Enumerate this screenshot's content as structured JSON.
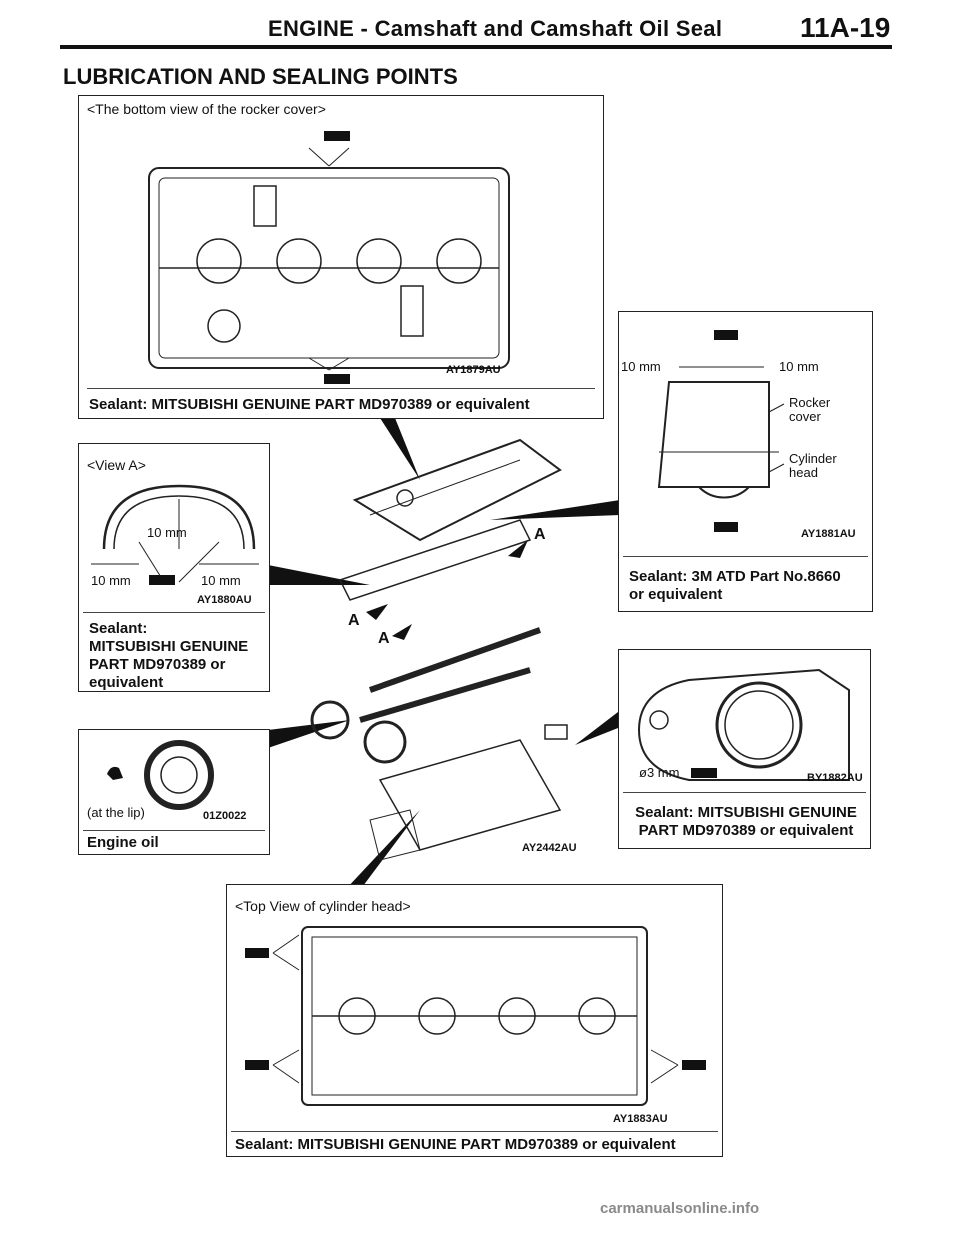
{
  "header": {
    "title": "ENGINE - Camshaft and Camshaft Oil Seal",
    "page": "11A-19"
  },
  "section_title": "LUBRICATION AND SEALING POINTS",
  "rocker_cover_bottom": {
    "heading": "<The bottom view of the rocker cover>",
    "code": "AY1879AU",
    "caption": "Sealant: MITSUBISHI GENUINE PART MD970389 or equivalent"
  },
  "rocker_cover_side": {
    "dim_left": "10 mm",
    "dim_right": "10 mm",
    "label_rocker": "Rocker\ncover",
    "label_cylinder": "Cylinder\nhead",
    "code": "AY1881AU",
    "caption": "Sealant: 3M ATD Part No.8660\nor equivalent"
  },
  "view_a": {
    "heading": "<View A>",
    "dim_top": "10 mm",
    "dim_left": "10 mm",
    "dim_right": "10 mm",
    "code": "AY1880AU",
    "caption": "Sealant:\nMITSUBISHI GENUINE\nPART MD970389 or\nequivalent"
  },
  "exploded": {
    "marker_a": "A",
    "code": "AY2442AU"
  },
  "oil_seal": {
    "note": "(at the lip)",
    "code": "01Z0022",
    "caption": "Engine oil"
  },
  "sensor": {
    "dim": "ø3 mm",
    "code": "BY1882AU",
    "caption": "Sealant: MITSUBISHI GENUINE\nPART MD970389 or equivalent"
  },
  "cylinder_head_top": {
    "heading": "<Top View of cylinder head>",
    "code": "AY1883AU",
    "caption": "Sealant: MITSUBISHI GENUINE PART MD970389 or equivalent"
  },
  "footer": "carmanualsonline.info"
}
